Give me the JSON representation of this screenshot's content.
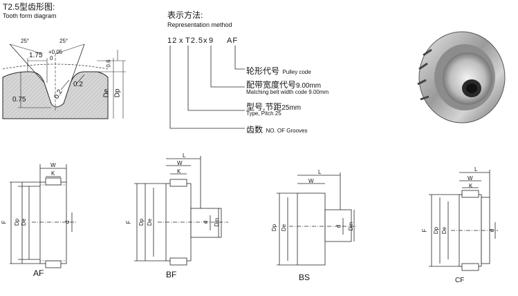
{
  "tooth": {
    "title": "T2.5型齿形图:",
    "subtitle": "Tooth form diagram",
    "dims": {
      "angle_left": "25°",
      "angle_right": "25°",
      "width": "1.75",
      "tol_plus": "+0.05",
      "tol_zero": "0",
      "r_small": "0.2",
      "r_small2": "0.2",
      "depth": "0.75",
      "top": "0.6",
      "de": "De",
      "dp": "Dp"
    }
  },
  "representation": {
    "title": "表示方法:",
    "subtitle": "Representation method",
    "code": [
      "12",
      "x",
      "T2.5",
      "x",
      "9",
      "AF"
    ],
    "items": [
      {
        "cn": "轮形代号",
        "en": "Pulley code"
      },
      {
        "cn": "配带宽度代号",
        "value": "9.00mm",
        "en": "Matching belt width code 9.00mm"
      },
      {
        "cn": "型号,节距",
        "value": "25mm",
        "en": "Type, Pitch 25"
      },
      {
        "cn": "齿数",
        "en": "NO. OF Grooves"
      }
    ]
  },
  "pulleys": [
    {
      "type": "AF",
      "labels": {
        "w": "W",
        "k": "K",
        "f": "F",
        "dp": "Dp",
        "de": "De",
        "d": "d"
      }
    },
    {
      "type": "BF",
      "labels": {
        "l": "L",
        "w": "W",
        "k": "K",
        "f": "F",
        "dp": "Dp",
        "de": "De",
        "d": "d",
        "dm": "Dm"
      }
    },
    {
      "type": "BS",
      "labels": {
        "l": "L",
        "w": "W",
        "dp": "Dp",
        "de": "De",
        "d": "d",
        "dm": "Dm"
      }
    },
    {
      "type": "CF",
      "labels": {
        "l": "L",
        "w": "W",
        "k": "K",
        "f": "F",
        "dp": "Dp",
        "de": "De",
        "d": "d"
      }
    }
  ]
}
